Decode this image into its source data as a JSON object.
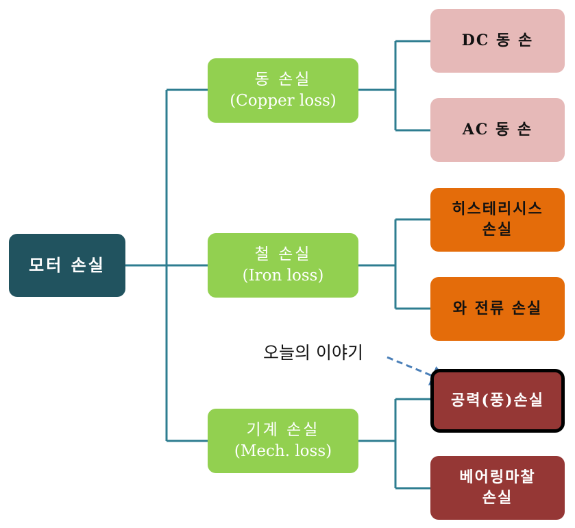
{
  "root": {
    "label": "모터 손실"
  },
  "categories": [
    {
      "label_ko": "동 손실",
      "label_en": "(Copper loss)",
      "children": [
        {
          "label_lines": [
            "DC 동 손"
          ]
        },
        {
          "label_lines": [
            "AC 동 손"
          ]
        }
      ]
    },
    {
      "label_ko": "철 손실",
      "label_en": "(Iron loss)",
      "children": [
        {
          "label_lines": [
            "히스테리시스",
            "손실"
          ]
        },
        {
          "label_lines": [
            "와 전류 손실"
          ]
        }
      ]
    },
    {
      "label_ko": "기계 손실",
      "label_en": "(Mech. loss)",
      "children": [
        {
          "label_lines": [
            "공력(풍)손실"
          ]
        },
        {
          "label_lines": [
            "베어링마찰",
            "손실"
          ]
        }
      ]
    }
  ],
  "callout": {
    "text": "오늘의 이야기"
  },
  "colors": {
    "root": "#21535f",
    "category": "#92d050",
    "copper_leaf": "#e6b9b8",
    "iron_leaf": "#e46c0a",
    "mech_leaf": "#953735",
    "connector": "#2e7d90",
    "callout_arrow": "#4a7fb8",
    "highlight_border": "#000000"
  },
  "highlighted_node": "공력(풍)손실"
}
